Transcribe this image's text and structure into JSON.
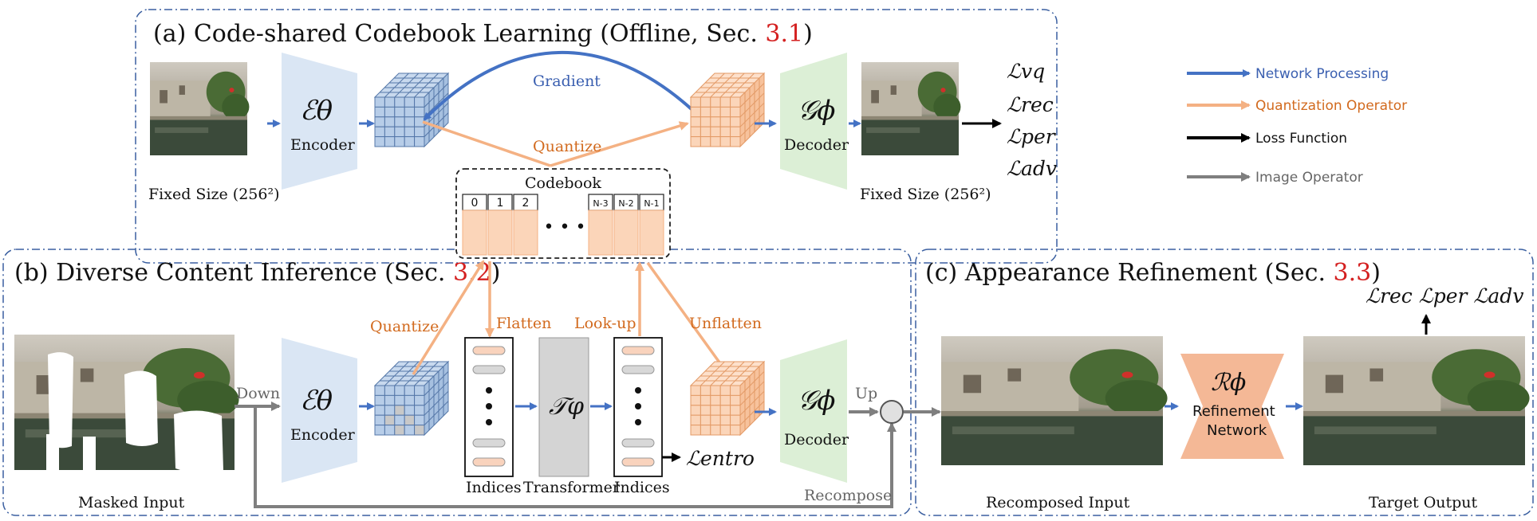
{
  "panels": {
    "a": {
      "title_prefix": "(a) Code-shared Codebook Learning (Offline, Sec. ",
      "ref": "3.1",
      "title_suffix": ")"
    },
    "b": {
      "title_prefix": "(b) Diverse Content Inference (Sec. ",
      "ref": "3.2",
      "title_suffix": ")"
    },
    "c": {
      "title_prefix": "(c) Appearance Refinement (Sec. ",
      "ref": "3.3",
      "title_suffix": ")"
    }
  },
  "modules": {
    "encoder_symbol": "ℰθ",
    "encoder_label": "Encoder",
    "decoder_symbol": "𝒢ϕ",
    "decoder_label": "Decoder",
    "transformer_symbol": "𝒯φ",
    "transformer_label": "Transformer",
    "refine_symbol": "ℛϕ",
    "refine_label_1": "Refinement",
    "refine_label_2": "Network"
  },
  "labels": {
    "gradient": "Gradient",
    "quantize": "Quantize",
    "codebook": "Codebook",
    "codebook_indices": [
      "0",
      "1",
      "2",
      "N-3",
      "N-2",
      "N-1"
    ],
    "ellipsis": "• • •",
    "fixed_size_left": "Fixed Size (256²)",
    "fixed_size_right": "Fixed Size (256²)",
    "losses_a": [
      "ℒvq",
      "ℒrec",
      "ℒper",
      "ℒadv"
    ],
    "losses_c": "ℒrec ℒper ℒadv",
    "entro_loss": "ℒentro",
    "quantize_b": "Quantize",
    "flatten": "Flatten",
    "lookup": "Look-up",
    "unflatten": "Unflatten",
    "indices_left": "Indices",
    "indices_right": "Indices",
    "down": "Down",
    "up": "Up",
    "recompose": "Recompose",
    "masked_input": "Masked Input",
    "recomposed_input": "Recomposed Input",
    "target_output": "Target Output"
  },
  "legend": [
    {
      "label": "Network Processing",
      "color": "#4472c4"
    },
    {
      "label": "Quantization Operator",
      "color": "#f4b183"
    },
    {
      "label": "Loss Function",
      "color": "#000000"
    },
    {
      "label": "Image Operator",
      "color": "#7f7f7f"
    }
  ],
  "colors": {
    "encoder": "#dae6f4",
    "decoder": "#dcefd6",
    "feature_blue": "#b7cde8",
    "feature_orange": "#fbd5b9",
    "refine": "#f4b896",
    "transformer": "#d4d4d4"
  }
}
